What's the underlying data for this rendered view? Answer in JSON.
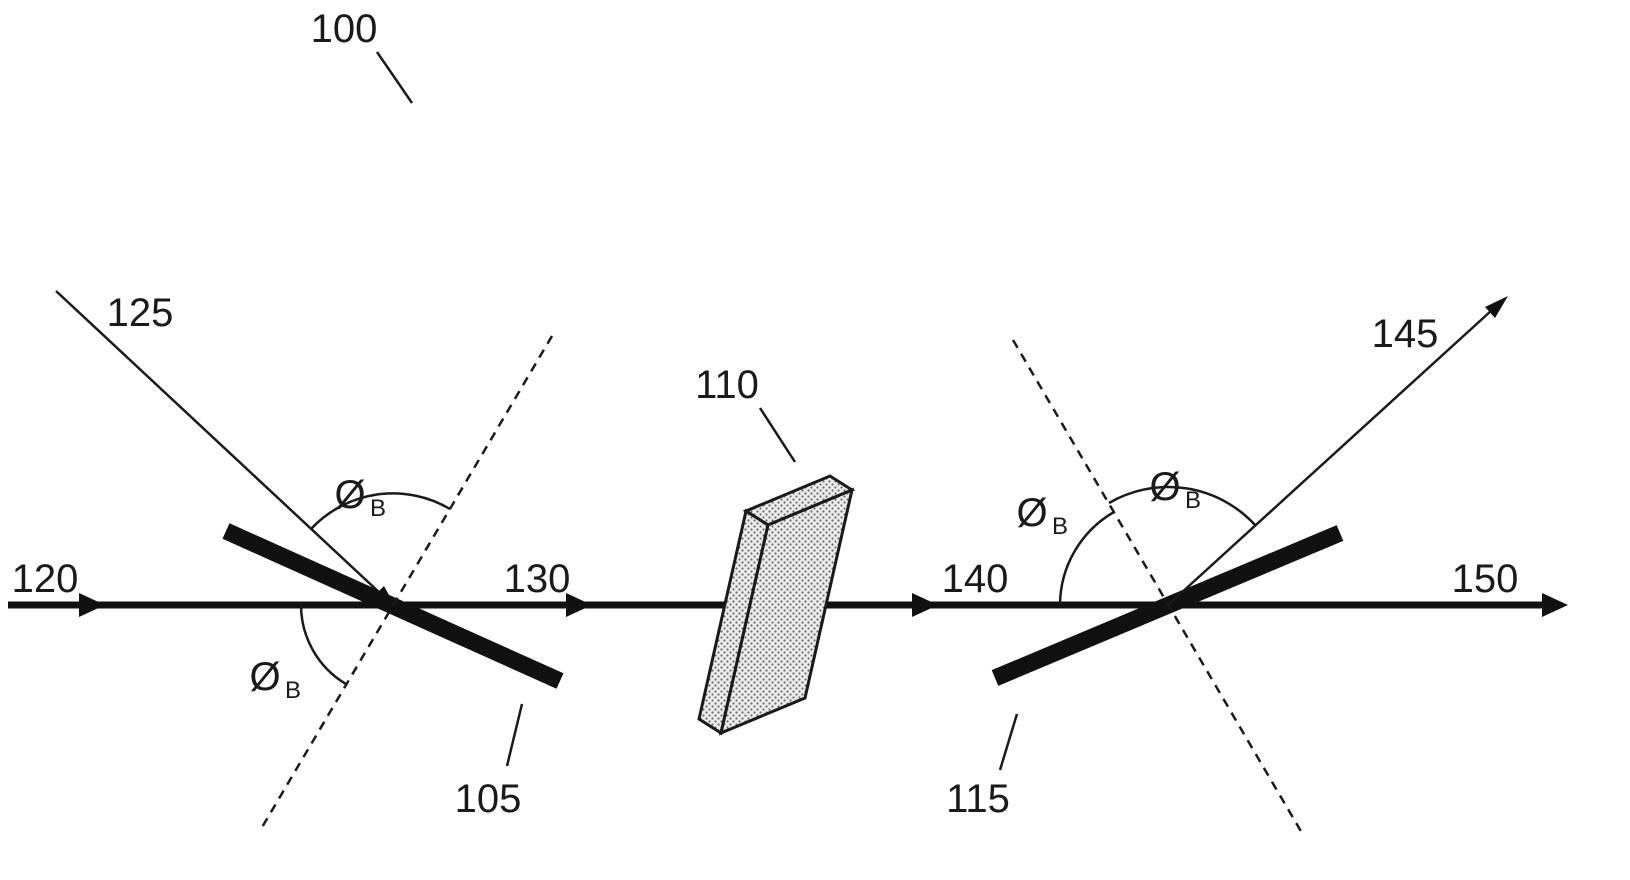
{
  "figure": {
    "ref_labels": {
      "r100": "100",
      "r105": "105",
      "r110": "110",
      "r115": "115",
      "r120": "120",
      "r125": "125",
      "r130": "130",
      "r140": "140",
      "r145": "145",
      "r150": "150"
    },
    "angle_label": {
      "symbol": "Ø",
      "subscript": "B"
    },
    "colors": {
      "ink": "#1a1a1a",
      "background": "#ffffff",
      "slab_dot": "#6a6a6a",
      "slab_base": "#ececec"
    }
  }
}
